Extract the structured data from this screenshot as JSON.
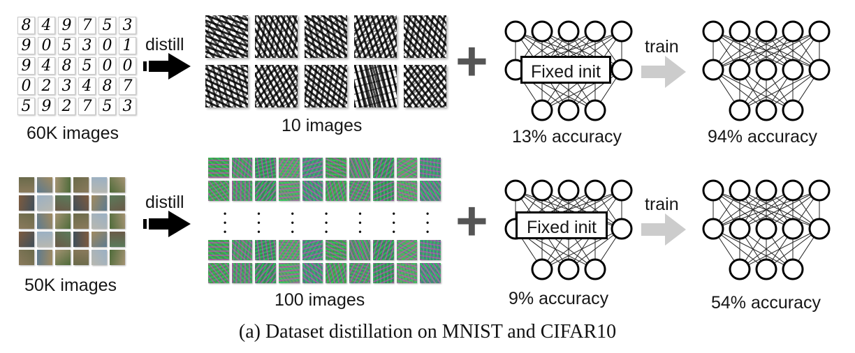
{
  "rows": [
    {
      "dataset_label": "60K images",
      "distill_label": "distill",
      "distilled_label": "10 images",
      "fixed_init_label": "Fixed init",
      "init_accuracy": "13% accuracy",
      "train_label": "train",
      "trained_accuracy": "94% accuracy"
    },
    {
      "dataset_label": "50K images",
      "distill_label": "distill",
      "distilled_label": "100 images",
      "fixed_init_label": "Fixed init",
      "init_accuracy": "9% accuracy",
      "train_label": "train",
      "trained_accuracy": "54% accuracy"
    }
  ],
  "mnist_digits": [
    [
      "8",
      "4",
      "9",
      "7",
      "5",
      "3"
    ],
    [
      "9",
      "0",
      "5",
      "3",
      "0",
      "1"
    ],
    [
      "9",
      "4",
      "8",
      "5",
      "0",
      "0"
    ],
    [
      "0",
      "2",
      "3",
      "4",
      "8",
      "7"
    ],
    [
      "5",
      "9",
      "2",
      "7",
      "5",
      "3"
    ]
  ],
  "plus_symbol": "+",
  "caption": "(a) Dataset distillation on MNIST and CIFAR10",
  "colors": {
    "black_arrow": "#000000",
    "gray_arrow": "#cccccc",
    "cifar_tint": "#4d9a48"
  }
}
